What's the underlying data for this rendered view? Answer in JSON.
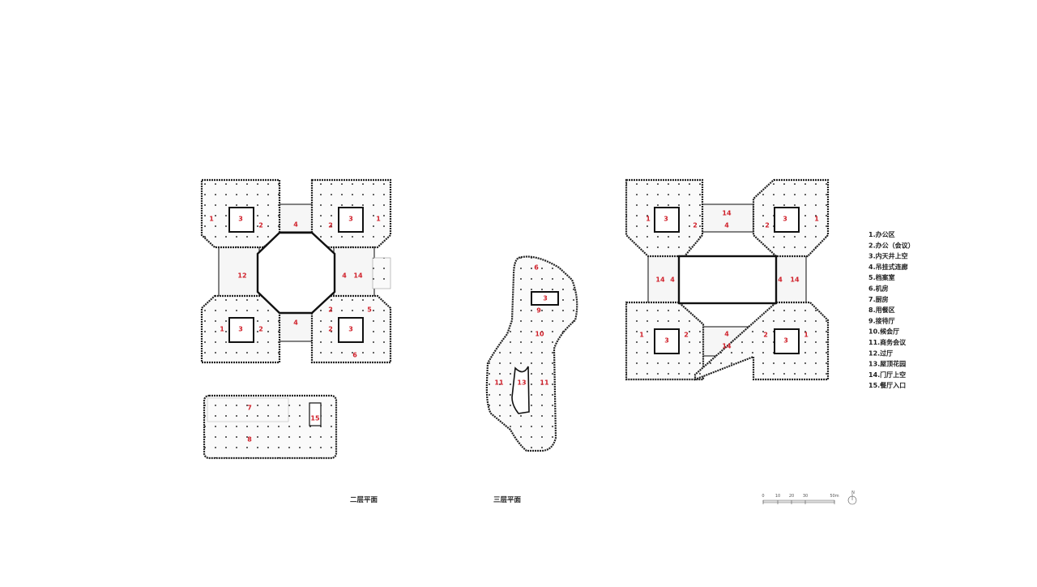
{
  "plans": [
    {
      "caption": "二层平面",
      "labels": [
        "1",
        "3",
        "2",
        "4",
        "2",
        "3",
        "1",
        "12",
        "4",
        "14",
        "1",
        "3",
        "2",
        "4",
        "2",
        "5",
        "2",
        "3",
        "6"
      ]
    },
    {
      "caption": "",
      "labels": [
        "7",
        "8",
        "15"
      ]
    },
    {
      "caption": "三层平面",
      "labels": [
        "6",
        "3",
        "9",
        "10",
        "11",
        "13",
        "11"
      ]
    },
    {
      "caption": "",
      "labels": [
        "1",
        "3",
        "2",
        "14",
        "4",
        "2",
        "3",
        "1",
        "14",
        "4",
        "4",
        "14",
        "1",
        "3",
        "2",
        "4",
        "14",
        "2",
        "3",
        "1"
      ]
    }
  ],
  "legend": [
    "1.办公区",
    "2.办公（会议）",
    "3.内天井上空",
    "4.吊挂式连廊",
    "5.档案室",
    "6.机房",
    "7.厨房",
    "8.用餐区",
    "9.接待厅",
    "10.候会厅",
    "11.商务会议",
    "12.过厅",
    "13.屋顶花园",
    "14.门厅上空",
    "15.餐厅入口"
  ],
  "scale_bar": {
    "ticks": [
      "0",
      "10",
      "20",
      "30",
      "50m"
    ],
    "north": "N"
  },
  "colors": {
    "label": "#d0202a",
    "lines": "#222222"
  }
}
